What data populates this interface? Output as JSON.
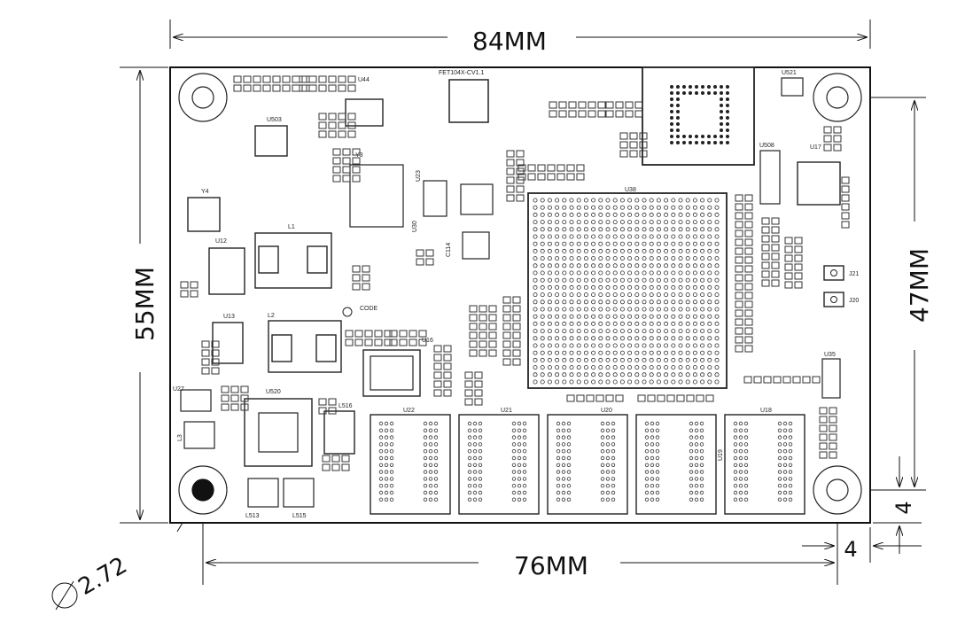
{
  "dimensions": {
    "board_width": "84MM",
    "board_height": "55MM",
    "hole_spacing_x": "76MM",
    "hole_spacing_y": "47MM",
    "hole_offset_x": "4",
    "hole_offset_y": "4",
    "hole_diameter": "2.72"
  },
  "board": {
    "title": "FET104X-CV1.1",
    "code_label": "CODE"
  },
  "components": {
    "u44": "U44",
    "u503": "U503",
    "y3": "Y3",
    "y4": "Y4",
    "u12": "U12",
    "l1": "L1",
    "u23": "U23",
    "u38": "U38",
    "u521": "U521",
    "u508": "U508",
    "u17": "U17",
    "u30": "U30",
    "c114": "C114",
    "j21": "J21",
    "j20": "J20",
    "u13": "U13",
    "l2": "L2",
    "u16": "U16",
    "u35": "U35",
    "u27": "U27",
    "u520": "U520",
    "l516": "L516",
    "u22": "U22",
    "u21": "U21",
    "u20": "U20",
    "u19": "U19",
    "u18": "U18",
    "l3": "L3",
    "l513": "L513",
    "l515": "L515"
  }
}
